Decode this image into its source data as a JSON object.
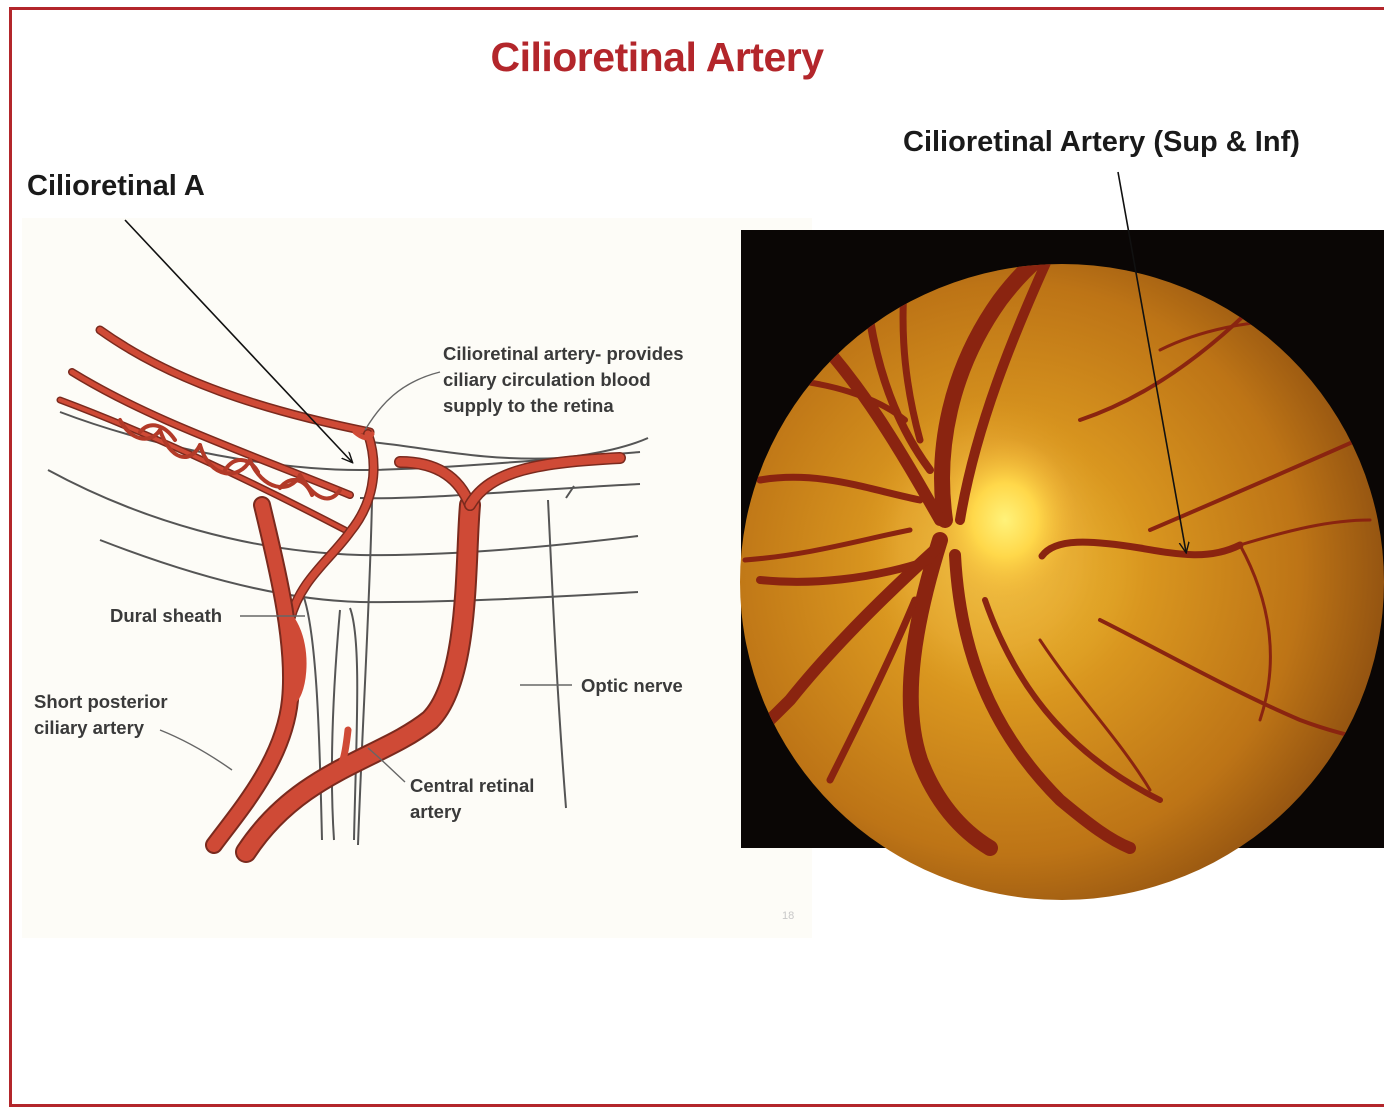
{
  "slide": {
    "title": "Cilioretinal Artery",
    "title_color": "#b3262b",
    "border_color": "#b3262b",
    "page_number": "18"
  },
  "labels": {
    "left_callout": "Cilioretinal A",
    "right_callout": "Cilioretinal Artery (Sup & Inf)"
  },
  "diagram": {
    "cilioretinal_note": [
      "Cilioretinal artery- provides",
      "ciliary circulation blood",
      "supply to the retina"
    ],
    "dural_sheath": "Dural sheath",
    "short_posterior": [
      "Short posterior",
      "ciliary artery"
    ],
    "optic_nerve": "Optic nerve",
    "central_retinal": [
      "Central retinal",
      "artery"
    ],
    "vessel_color": "#cf4a36",
    "vessel_outline": "#7a2a1e",
    "line_color": "#555555"
  },
  "fundus": {
    "background": "#0a0605",
    "disc_color": "#ffe36a",
    "retina_color": "#c47e1a",
    "vessel_color": "#8a2410"
  }
}
